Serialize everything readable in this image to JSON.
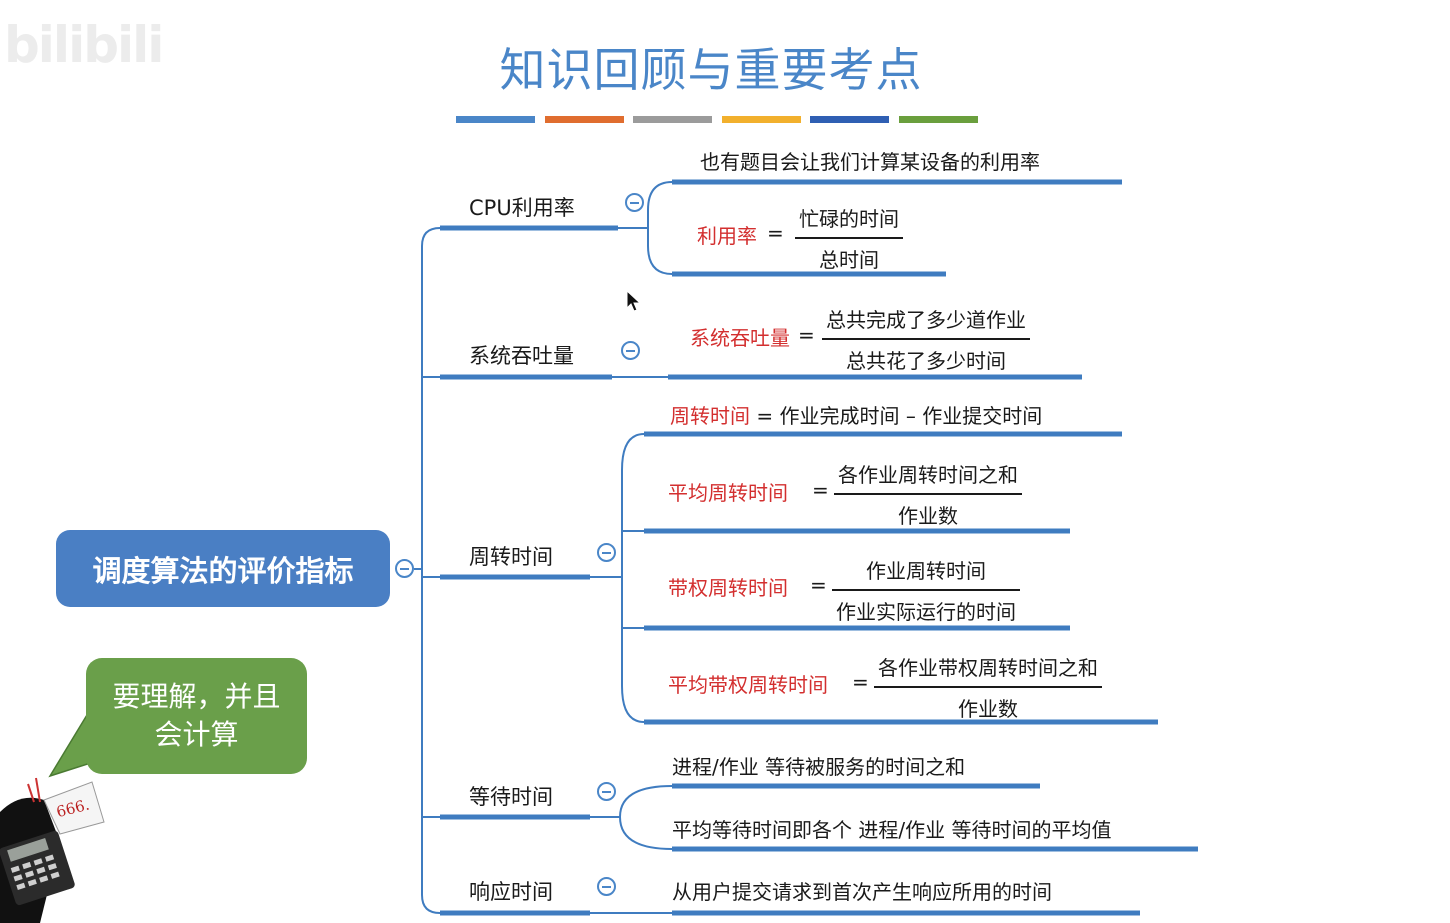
{
  "watermark": "bilibili",
  "title": "知识回顾与重要考点",
  "title_bar_colors": [
    "#4a86c8",
    "#e06d2f",
    "#9b9b9b",
    "#f2b02d",
    "#2f5fb3",
    "#6a9f3d"
  ],
  "root": {
    "label": "调度算法的评价指标"
  },
  "branches": {
    "cpu": {
      "label": "CPU利用率",
      "note": "也有题目会让我们计算某设备的利用率",
      "formula": {
        "lhs": "利用率",
        "eq": "=",
        "numerator": "忙碌的时间",
        "denominator": "总时间"
      }
    },
    "throughput": {
      "label": "系统吞吐量",
      "formula": {
        "lhs": "系统吞吐量",
        "eq": "=",
        "numerator": "总共完成了多少道作业",
        "denominator": "总共花了多少时间"
      }
    },
    "turnaround": {
      "label": "周转时间",
      "f1": {
        "lhs": "周转时间",
        "rhs": "= 作业完成时间 – 作业提交时间"
      },
      "f2": {
        "lhs": "平均周转时间",
        "eq": "=",
        "numerator": "各作业周转时间之和",
        "denominator": "作业数"
      },
      "f3": {
        "lhs": "带权周转时间",
        "eq": "=",
        "numerator": "作业周转时间",
        "denominator": "作业实际运行的时间"
      },
      "f4": {
        "lhs": "平均带权周转时间",
        "eq": "=",
        "numerator": "各作业带权周转时间之和",
        "denominator": "作业数"
      }
    },
    "waiting": {
      "label": "等待时间",
      "leaf1": "进程/作业 等待被服务的时间之和",
      "leaf2": "平均等待时间即各个 进程/作业 等待时间的平均值"
    },
    "response": {
      "label": "响应时间",
      "leaf1": "从用户提交请求到首次产生响应所用的时间"
    }
  },
  "note": "要理解，并且会计算",
  "figure_sign": "666.",
  "colors": {
    "accent": "#4a86c8",
    "root_bg": "#4a7fc4",
    "highlight": "#d32f2f",
    "note_bg": "#6a9f4a"
  }
}
